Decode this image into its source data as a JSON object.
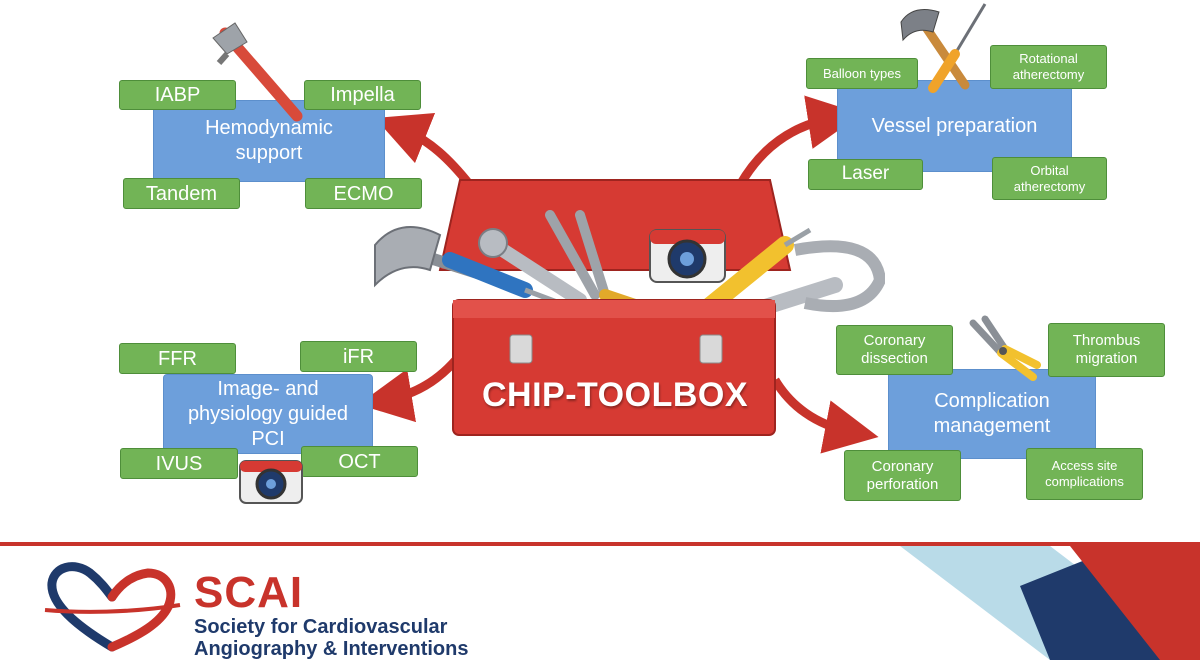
{
  "toolbox": {
    "label": "CHIP-TOOLBOX"
  },
  "hemodynamic": {
    "title": "Hemodynamic support",
    "items": [
      "IABP",
      "Impella",
      "Tandem",
      "ECMO"
    ]
  },
  "vessel": {
    "title": "Vessel preparation",
    "items": [
      "Balloon types",
      "Rotational atherectomy",
      "Laser",
      "Orbital atherectomy"
    ]
  },
  "imaging": {
    "title": "Image- and physiology guided PCI",
    "items": [
      "FFR",
      "iFR",
      "IVUS",
      "OCT"
    ]
  },
  "complication": {
    "title": "Complication management",
    "items": [
      "Coronary dissection",
      "Thrombus migration",
      "Coronary perforation",
      "Access site complications"
    ]
  },
  "footer": {
    "org_short": "SCAI",
    "org_line1": "Society for Cardiovascular",
    "org_line2": "Angiography & Interventions"
  },
  "colors": {
    "box_blue": "#6d9fdb",
    "box_green": "#72b456",
    "accent_red": "#c8332b",
    "navy": "#1f3a6b",
    "light_blue": "#b9dbe8"
  }
}
